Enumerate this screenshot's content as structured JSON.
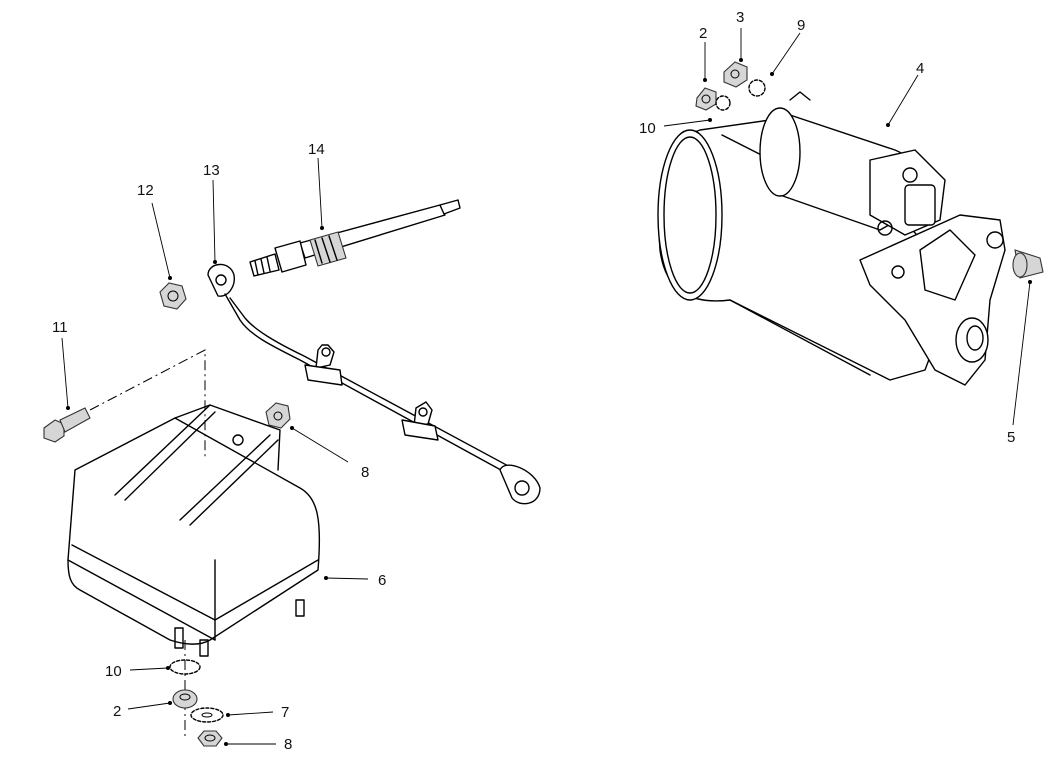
{
  "callouts": {
    "c2_top": "2",
    "c3": "3",
    "c9": "9",
    "c4": "4",
    "c10_top": "10",
    "c5": "5",
    "c12": "12",
    "c13": "13",
    "c14": "14",
    "c11": "11",
    "c8_mid": "8",
    "c6": "6",
    "c10_bottom": "10",
    "c2_bottom": "2",
    "c7": "7",
    "c8_bottom": "8"
  }
}
